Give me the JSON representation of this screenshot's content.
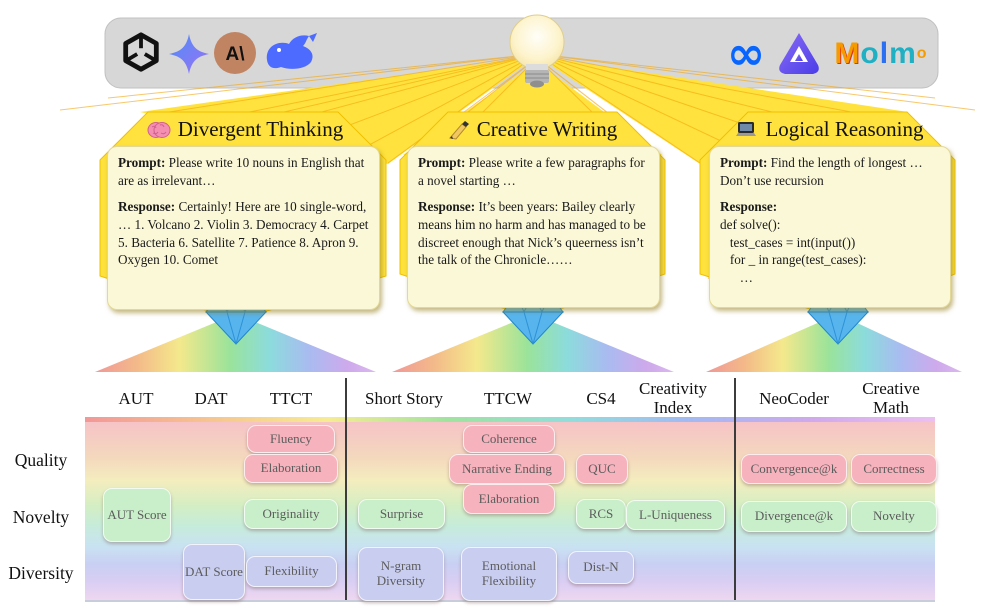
{
  "logo_bar": {
    "left_logos": [
      "openai-logo",
      "gemini-logo",
      "anthropic-logo",
      "deepseek-logo"
    ],
    "right_logos": [
      "meta-logo",
      "chatglm-logo",
      "molmo-logo"
    ],
    "anthropic_glyph": "A\\",
    "meta_glyph": "∞",
    "molmo_letters": [
      "M",
      "o",
      "l",
      "m",
      "o"
    ]
  },
  "panels": [
    {
      "icon": "brain-icon",
      "title": "Divergent Thinking",
      "prompt_label": "Prompt:",
      "prompt_text": "Please write 10 nouns in English that are as irrelevant…",
      "response_label": "Response:",
      "response_text": "Certainly! Here are 10 single-word, … 1. Volcano 2. Violin 3. Democracy 4. Carpet 5. Bacteria 6. Satellite 7. Patience 8. Apron 9. Oxygen 10. Comet"
    },
    {
      "icon": "writing-hand-icon",
      "title": "Creative Writing",
      "prompt_label": "Prompt:",
      "prompt_text": "Please write a few paragraphs for a novel starting …",
      "response_label": "Response:",
      "response_text": "It’s been years: Bailey clearly means him no harm and has managed to be discreet enough that Nick’s queerness isn’t the talk of the Chronicle……"
    },
    {
      "icon": "laptop-icon",
      "title": "Logical Reasoning",
      "prompt_label": "Prompt:",
      "prompt_text": "Find the length of longest … Don’t use recursion",
      "response_label": "Response:",
      "response_code": "def solve():\n   test_cases = int(input())\n   for _ in range(test_cases):\n      …"
    }
  ],
  "table": {
    "row_labels": [
      "Quality",
      "Novelty",
      "Diversity"
    ],
    "groups": [
      {
        "headers": [
          "AUT",
          "DAT",
          "TTCT"
        ]
      },
      {
        "headers": [
          "Short Story",
          "TTCW",
          "CS4",
          "Creativity Index"
        ]
      },
      {
        "headers": [
          "NeoCoder",
          "Creative Math"
        ]
      }
    ],
    "badges": {
      "fluency": "Fluency",
      "elaboration_ttct": "Elaboration",
      "aut_score": "AUT Score",
      "originality": "Originality",
      "dat_score": "DAT Score",
      "flexibility": "Flexibility",
      "coherence": "Coherence",
      "narrative_ending": "Narrative Ending",
      "quc": "QUC",
      "elaboration_ttcw": "Elaboration",
      "surprise": "Surprise",
      "rcs": "RCS",
      "l_uniqueness": "L-Uniqueness",
      "ngram_diversity": "N-gram Diversity",
      "emotional_flexibility": "Emotional Flexibility",
      "dist_n": "Dist-N",
      "convergence_at_k": "Convergence@k",
      "correctness": "Correctness",
      "divergence_at_k": "Divergence@k",
      "novelty": "Novelty"
    }
  },
  "colors": {
    "beam_yellow": "#ffe23d",
    "bar_gray": "#d7d7d7",
    "quality_badge": "#f6b3bd",
    "novelty_badge": "#c9efca",
    "diversity_badge": "#c9cef1",
    "diamond_blue": "#6cc2f2"
  }
}
